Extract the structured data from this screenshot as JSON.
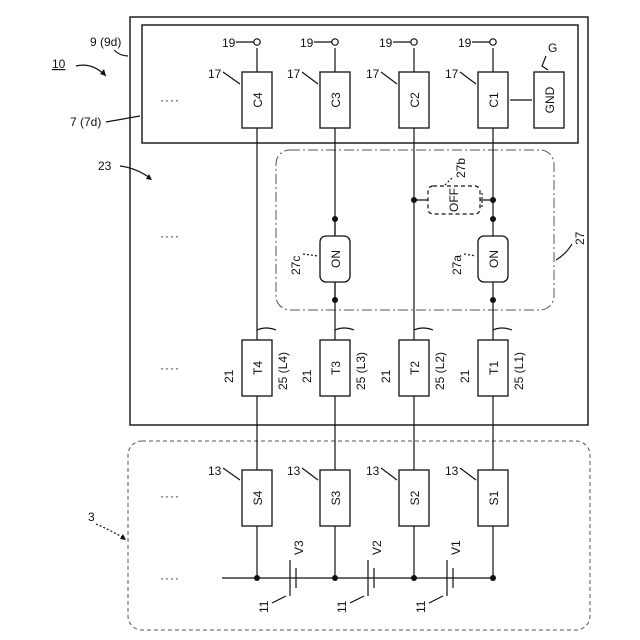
{
  "labels": {
    "device": "10",
    "module_frame": "9 (9d)",
    "controller_box": "7 (7d)",
    "switch_block": "23",
    "switch_unit": "27",
    "battery_block": "3",
    "terminal": "19",
    "capacitor_ref": "17",
    "ground_ref": "G",
    "transformer_ref": "21",
    "sensor_ref": "13",
    "cell_ref": "11",
    "ellipsis": "····",
    "sw_a_ref": "27a",
    "sw_b_ref": "27b",
    "sw_c_ref": "27c"
  },
  "capacitors": [
    "C4",
    "C3",
    "C2",
    "C1"
  ],
  "ground": "GND",
  "transformers": [
    "T4",
    "T3",
    "T2",
    "T1"
  ],
  "lines": [
    "25 (L4)",
    "25 (L3)",
    "25 (L2)",
    "25 (L1)"
  ],
  "sensors": [
    "S4",
    "S3",
    "S2",
    "S1"
  ],
  "cells": [
    "V3",
    "V2",
    "V1"
  ],
  "switches": {
    "a": "ON",
    "b": "OFF",
    "c": "ON"
  }
}
